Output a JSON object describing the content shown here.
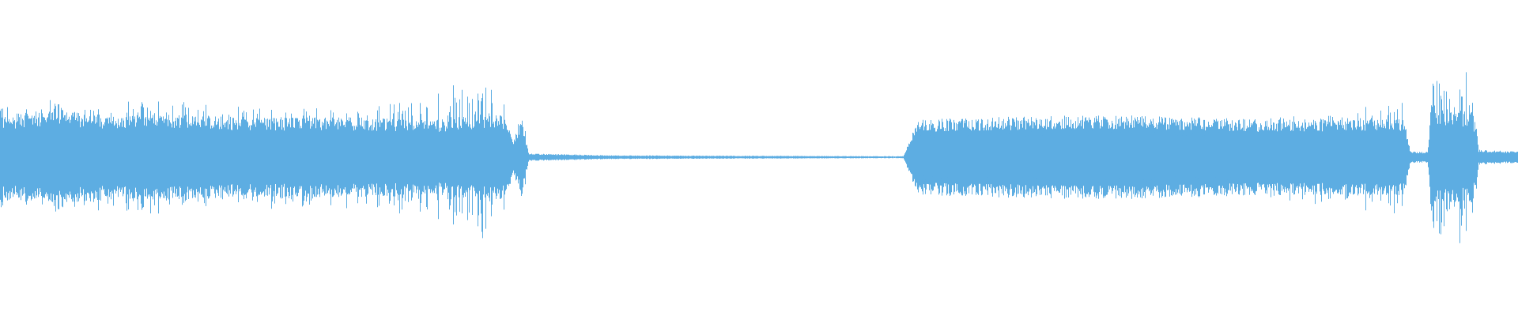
{
  "waveform": {
    "color": "#5DADE2",
    "background": "#FFFFFF",
    "amplitude_envelope": [
      {
        "t": 0.0,
        "peak": 0.55,
        "body": 0.22
      },
      {
        "t": 0.04,
        "peak": 0.6,
        "body": 0.24
      },
      {
        "t": 0.08,
        "peak": 0.58,
        "body": 0.22
      },
      {
        "t": 0.12,
        "peak": 0.62,
        "body": 0.23
      },
      {
        "t": 0.16,
        "peak": 0.58,
        "body": 0.21
      },
      {
        "t": 0.2,
        "peak": 0.55,
        "body": 0.21
      },
      {
        "t": 0.24,
        "peak": 0.56,
        "body": 0.21
      },
      {
        "t": 0.27,
        "peak": 0.58,
        "body": 0.2
      },
      {
        "t": 0.29,
        "peak": 0.7,
        "body": 0.2
      },
      {
        "t": 0.31,
        "peak": 0.8,
        "body": 0.22
      },
      {
        "t": 0.33,
        "peak": 0.95,
        "body": 0.24
      },
      {
        "t": 0.338,
        "peak": 0.2,
        "body": 0.1
      },
      {
        "t": 0.344,
        "peak": 0.55,
        "body": 0.2
      },
      {
        "t": 0.348,
        "peak": 0.03,
        "body": 0.02
      },
      {
        "t": 0.4,
        "peak": 0.015,
        "body": 0.01
      },
      {
        "t": 0.595,
        "peak": 0.01,
        "body": 0.005
      },
      {
        "t": 0.604,
        "peak": 0.3,
        "body": 0.2
      },
      {
        "t": 0.65,
        "peak": 0.3,
        "body": 0.21
      },
      {
        "t": 0.7,
        "peak": 0.33,
        "body": 0.22
      },
      {
        "t": 0.75,
        "peak": 0.32,
        "body": 0.22
      },
      {
        "t": 0.8,
        "peak": 0.28,
        "body": 0.21
      },
      {
        "t": 0.83,
        "peak": 0.4,
        "body": 0.2
      },
      {
        "t": 0.88,
        "peak": 0.5,
        "body": 0.2
      },
      {
        "t": 0.925,
        "peak": 0.6,
        "body": 0.2
      },
      {
        "t": 0.929,
        "peak": 0.05,
        "body": 0.03
      },
      {
        "t": 0.94,
        "peak": 0.04,
        "body": 0.03
      },
      {
        "t": 0.943,
        "peak": 0.95,
        "body": 0.24
      },
      {
        "t": 0.97,
        "peak": 0.95,
        "body": 0.24
      },
      {
        "t": 0.974,
        "peak": 0.08,
        "body": 0.04
      },
      {
        "t": 1.0,
        "peak": 0.05,
        "body": 0.03
      }
    ]
  }
}
